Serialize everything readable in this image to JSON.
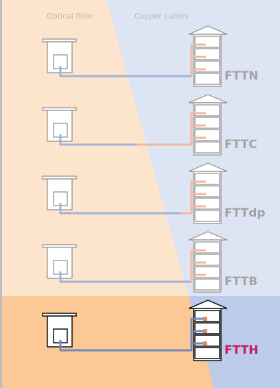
{
  "legend": {
    "optical_fibre": "Optical fibre",
    "copper_cables": "Copper cables"
  },
  "colors": {
    "fibre_zone": "#fde4cc",
    "copper_zone": "#dde5f4",
    "fibre_zone_highlight": "#fcc896",
    "copper_zone_highlight": "#bccbe9",
    "fibre_cable": "#9fb4d6",
    "copper_cable": "#f0b9a0",
    "fibre_cable_highlight": "#6f88bd",
    "copper_cable_highlight": "#d98f6f",
    "label_grey": "#a3a3a3",
    "label_highlight": "#c81b5c",
    "structure_grey": "#8a8a8a",
    "structure_dark": "#1a1a1a"
  },
  "architectures": [
    {
      "label": "FTTN",
      "highlighted": false
    },
    {
      "label": "FTTC",
      "highlighted": false
    },
    {
      "label": "FTTdp",
      "highlighted": false
    },
    {
      "label": "FTTB",
      "highlighted": false
    },
    {
      "label": "FTTH",
      "highlighted": true
    }
  ]
}
